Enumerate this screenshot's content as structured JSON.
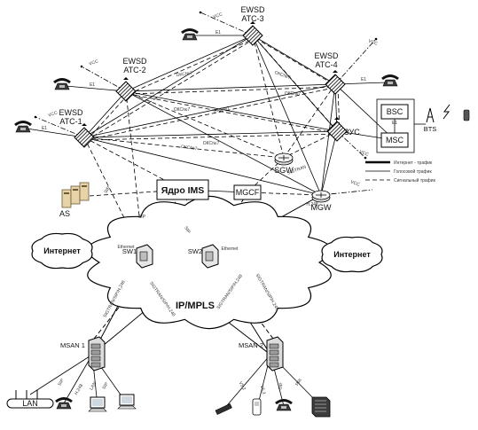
{
  "diagram": {
    "nodes": [
      {
        "id": "atc1",
        "label": "EWSD\nАТС-1",
        "kind": "exchange"
      },
      {
        "id": "atc2",
        "label": "EWSD\nАТС-2",
        "kind": "exchange"
      },
      {
        "id": "atc3",
        "label": "EWSD\nАТС-3",
        "kind": "exchange"
      },
      {
        "id": "atc4",
        "label": "EWSD\nАТС-4",
        "kind": "exchange"
      },
      {
        "id": "zus",
        "label": "ЗУС",
        "kind": "exchange"
      },
      {
        "id": "bsc",
        "label": "BSC",
        "kind": "box"
      },
      {
        "id": "msc",
        "label": "MSC",
        "kind": "box"
      },
      {
        "id": "bts",
        "label": "BTS",
        "kind": "antenna"
      },
      {
        "id": "sgw",
        "label": "SGW",
        "kind": "router"
      },
      {
        "id": "mgw",
        "label": "MGW",
        "kind": "router"
      },
      {
        "id": "ims",
        "label": "Ядро IMS",
        "kind": "box-large"
      },
      {
        "id": "mgcf",
        "label": "MGCF",
        "kind": "box"
      },
      {
        "id": "as",
        "label": "AS",
        "kind": "server"
      },
      {
        "id": "sw1",
        "label": "SW1",
        "kind": "switch"
      },
      {
        "id": "sw2",
        "label": "SW2",
        "kind": "switch"
      },
      {
        "id": "msan1",
        "label": "MSAN 1",
        "kind": "msan"
      },
      {
        "id": "msan2",
        "label": "MSAN 2",
        "kind": "msan"
      },
      {
        "id": "inet1",
        "label": "Интернет",
        "kind": "cloud"
      },
      {
        "id": "inet2",
        "label": "Интернет",
        "kind": "cloud"
      },
      {
        "id": "ipmpls",
        "label": "IP/MPLS",
        "kind": "cloud-label"
      },
      {
        "id": "lan",
        "label": "LAN",
        "kind": "bus"
      }
    ],
    "legend": [
      {
        "label": "Интернет - трафик",
        "style": "internet"
      },
      {
        "label": "Голосовой трафик",
        "style": "voice"
      },
      {
        "label": "Сигнальный трафик",
        "style": "signal"
      }
    ],
    "link_labels": [
      "ОКС№7",
      "ОКС№7",
      "ОКС№7",
      "ОКС№7",
      "ОКС№7",
      "ОКС№7",
      "ОКС№7",
      "SIGTRAN",
      "H.248",
      "SIP",
      "SIP",
      "SIP",
      "Ethernet",
      "Ethernet",
      "SIGTRAN/SIP/H.248",
      "SIGTRAN/SIP/H.248",
      "SIGTRAN/SIP/H.248",
      "SIGTRAN/SIP/H.248"
    ],
    "misc_labels": {
      "vcc": "VCC",
      "e1": "E1",
      "sip": "SIP",
      "h248": "H.248",
      "lan": "LAN",
      "v52": "V5.2",
      "pri": "PRI"
    }
  }
}
